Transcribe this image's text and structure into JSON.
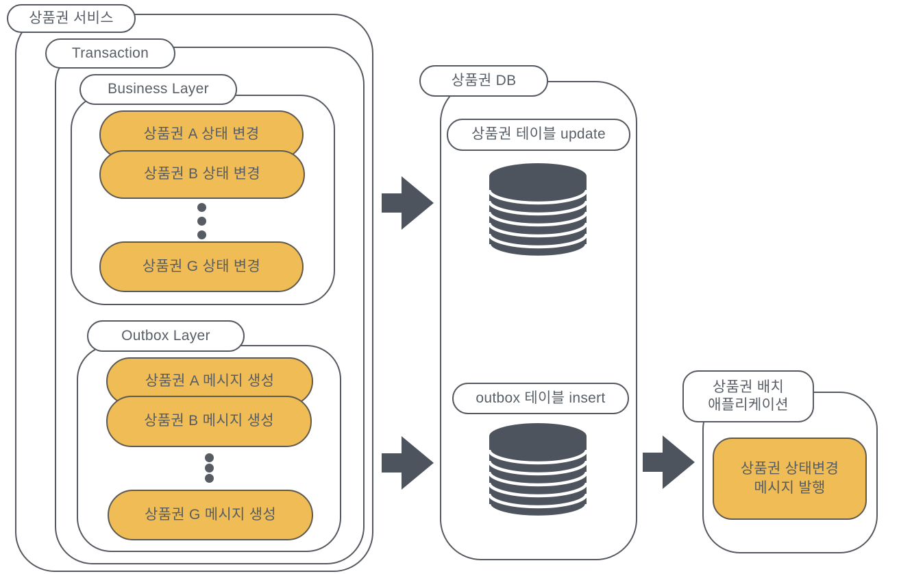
{
  "service": {
    "label": "상품권 서비스",
    "transaction": {
      "label": "Transaction",
      "business_layer": {
        "label": "Business Layer",
        "items": [
          "상품권 A 상태 변경",
          "상품권 B 상태 변경",
          "상품권 G 상태 변경"
        ]
      },
      "outbox_layer": {
        "label": "Outbox Layer",
        "items": [
          "상품권 A 메시지 생성",
          "상품권 B 메시지 생성",
          "상품권 G 메시지 생성"
        ]
      }
    }
  },
  "db": {
    "label": "상품권 DB",
    "update_label": "상품권 테이블 update",
    "insert_label": "outbox 테이블 insert"
  },
  "batch": {
    "label_line1": "상품권 배치",
    "label_line2": "애플리케이션",
    "task_line1": "상품권 상태변경",
    "task_line2": "메시지 발행"
  },
  "icons": {
    "database": "database-cylinder-icon",
    "arrow": "block-arrow-right-icon",
    "ellipsis": "vertical-ellipsis-dots"
  },
  "colors": {
    "accent_orange": "#efbc55",
    "stroke_gray": "#54585f",
    "icon_slate": "#4e545d",
    "text_gray": "#585e66",
    "background": "#ffffff"
  }
}
